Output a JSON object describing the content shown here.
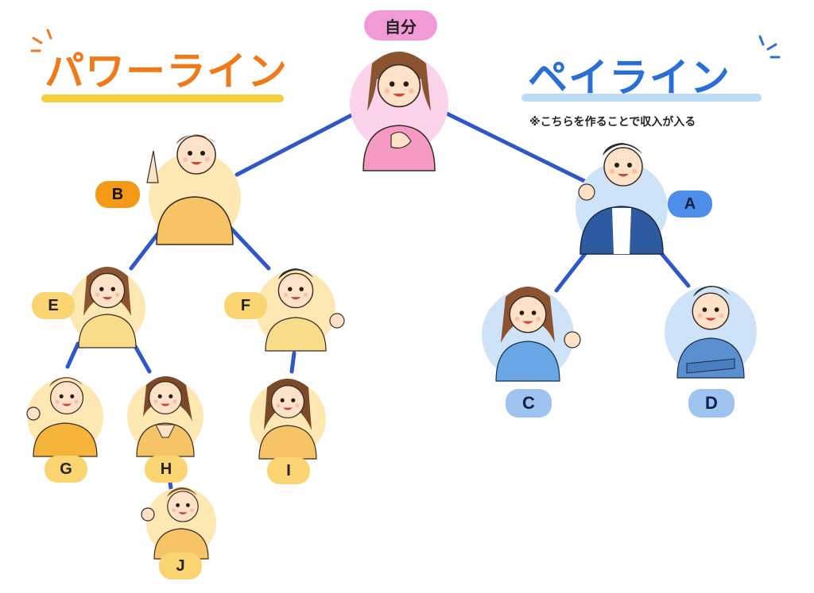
{
  "titles": {
    "power_line": "パワーライン",
    "pay_line": "ペイライン",
    "pay_note": "※こちらを作ることで収入が入る"
  },
  "self": {
    "label": "自分"
  },
  "nodes": [
    {
      "id": "A",
      "label": "A",
      "line": "pay",
      "parent": "self"
    },
    {
      "id": "B",
      "label": "B",
      "line": "power",
      "parent": "self"
    },
    {
      "id": "C",
      "label": "C",
      "line": "pay",
      "parent": "A"
    },
    {
      "id": "D",
      "label": "D",
      "line": "pay",
      "parent": "A"
    },
    {
      "id": "E",
      "label": "E",
      "line": "power",
      "parent": "B"
    },
    {
      "id": "F",
      "label": "F",
      "line": "power",
      "parent": "B"
    },
    {
      "id": "G",
      "label": "G",
      "line": "power",
      "parent": "E"
    },
    {
      "id": "H",
      "label": "H",
      "line": "power",
      "parent": "E"
    },
    {
      "id": "I",
      "label": "I",
      "line": "power",
      "parent": "F"
    },
    {
      "id": "J",
      "label": "J",
      "line": "power",
      "parent": "H"
    }
  ],
  "colors": {
    "power_title": "#f07a1a",
    "pay_title": "#2a6fd6",
    "connector": "#2f57c6",
    "self_circle": "#fbd3ea",
    "power_circle": "#fde7b2",
    "pay_circle": "#cfe3f8"
  }
}
